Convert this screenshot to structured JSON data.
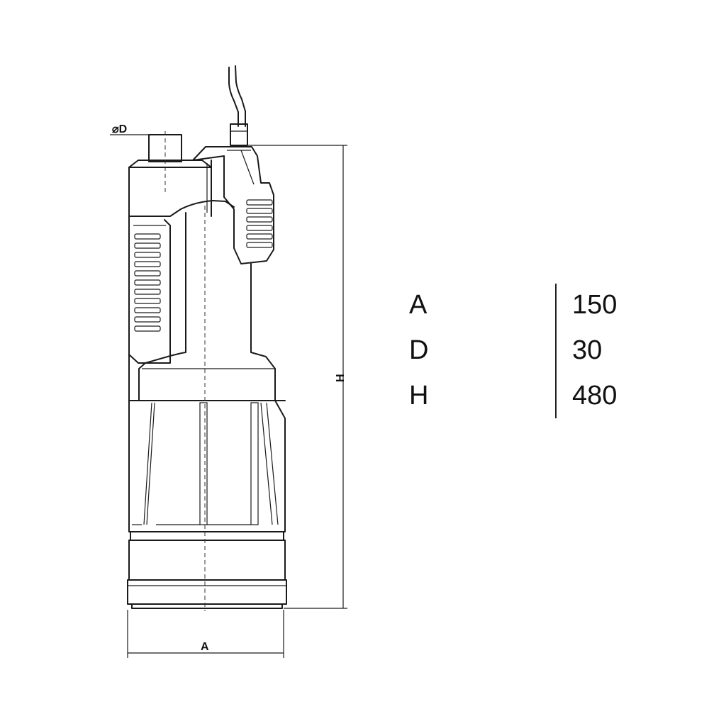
{
  "drawing": {
    "diameter_label": "⌀D",
    "height_label": "H",
    "width_label": "A"
  },
  "dimensions_table": {
    "rows": [
      {
        "key": "A",
        "value": "150"
      },
      {
        "key": "D",
        "value": "30"
      },
      {
        "key": "H",
        "value": "480"
      }
    ]
  }
}
